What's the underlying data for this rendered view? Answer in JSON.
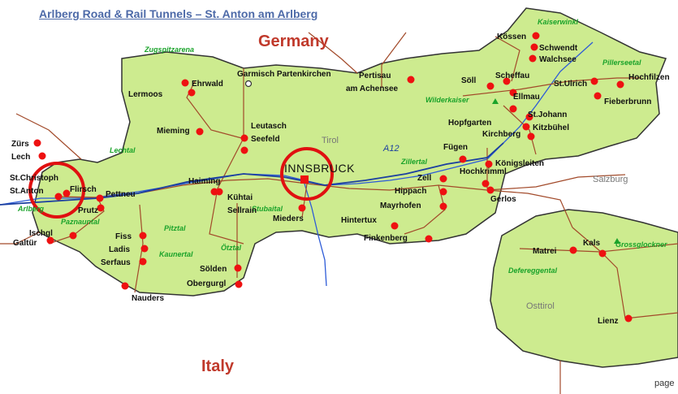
{
  "title": "Arlberg Road & Rail Tunnels – St. Anton am Arlberg",
  "countries": {
    "north": "Germany",
    "south": "Italy"
  },
  "page_label": "page",
  "regions": {
    "tirol": "Tirol",
    "osttirol": "Osttirol"
  },
  "highway": "A12",
  "exits": {
    "salzburg": "Salzburg"
  },
  "capital": "INNSBRUCK",
  "external_places": {
    "garmisch": "Garmisch Partenkirchen"
  },
  "valleys": {
    "zugspitzarena": "Zugspitzarena",
    "lechtal": "Lechtal",
    "arlberg": "Arlberg",
    "paznauntal": "Paznauntal",
    "pitztal": "Pitztal",
    "kaunertal": "Kaunertal",
    "otztal": "Ötztal",
    "stubaital": "Stubaital",
    "zillertal": "Zillertal",
    "wilderkaiser": "Wilderkaiser",
    "kaiserwinkl": "Kaiserwinkl",
    "pillerseetal": "Pillerseetal",
    "defereggental": "Defereggental",
    "grossglockner": "Grossglockner"
  },
  "towns": {
    "ehrwald": "Ehrwald",
    "lermoos": "Lermoos",
    "mieming": "Mieming",
    "leutasch": "Leutasch",
    "seefeld": "Seefeld",
    "zurs": "Zürs",
    "lech": "Lech",
    "st_christoph": "St.Christoph",
    "st_anton": "St.Anton",
    "flirsch": "Flirsch",
    "pettneu": "Pettneu",
    "haiming": "Haiming",
    "kuhtai": "Kühtai",
    "sellrain": "Sellrain",
    "mieders": "Mieders",
    "fiss": "Fiss",
    "ladis": "Ladis",
    "serfaus": "Serfaus",
    "galtur": "Galtür",
    "ischgl": "Ischgl",
    "prutz": "Prutz",
    "solden": "Sölden",
    "obergurgl": "Obergurgl",
    "nauders": "Nauders",
    "pertisau": "Pertisau",
    "am_achensee": "am Achensee",
    "fugen": "Fügen",
    "zell": "Zell",
    "hippach": "Hippach",
    "mayrhofen": "Mayrhofen",
    "hintertux": "Hintertux",
    "finkenberg": "Finkenberg",
    "konigsleiten": "Königsleiten",
    "hochkrimml": "Hochkrimml",
    "gerlos": "Gerlos",
    "kossen": "Kössen",
    "schwendt": "Schwendt",
    "walchsee": "Walchsee",
    "soll": "Söll",
    "scheffau": "Scheffau",
    "st_ulrich": "St.Ulrich",
    "hochfilzen": "Hochfilzen",
    "ellmau": "Ellmau",
    "fieberbrunn": "Fieberbrunn",
    "hopfgarten": "Hopfgarten",
    "st_johann": "St.Johann",
    "kitzbuhel": "Kitzbühel",
    "kirchberg": "Kirchberg",
    "matrei": "Matrei",
    "kals": "Kals",
    "lienz": "Lienz"
  },
  "colors": {
    "land": "#cdeb8f",
    "border": "#333333",
    "town": "#ee1111",
    "valley_text": "#1aa32a",
    "highway": "#1b3fa0",
    "road": "#a24a2a",
    "river": "#2d5bd7",
    "highlight_circle": "#e01010"
  }
}
